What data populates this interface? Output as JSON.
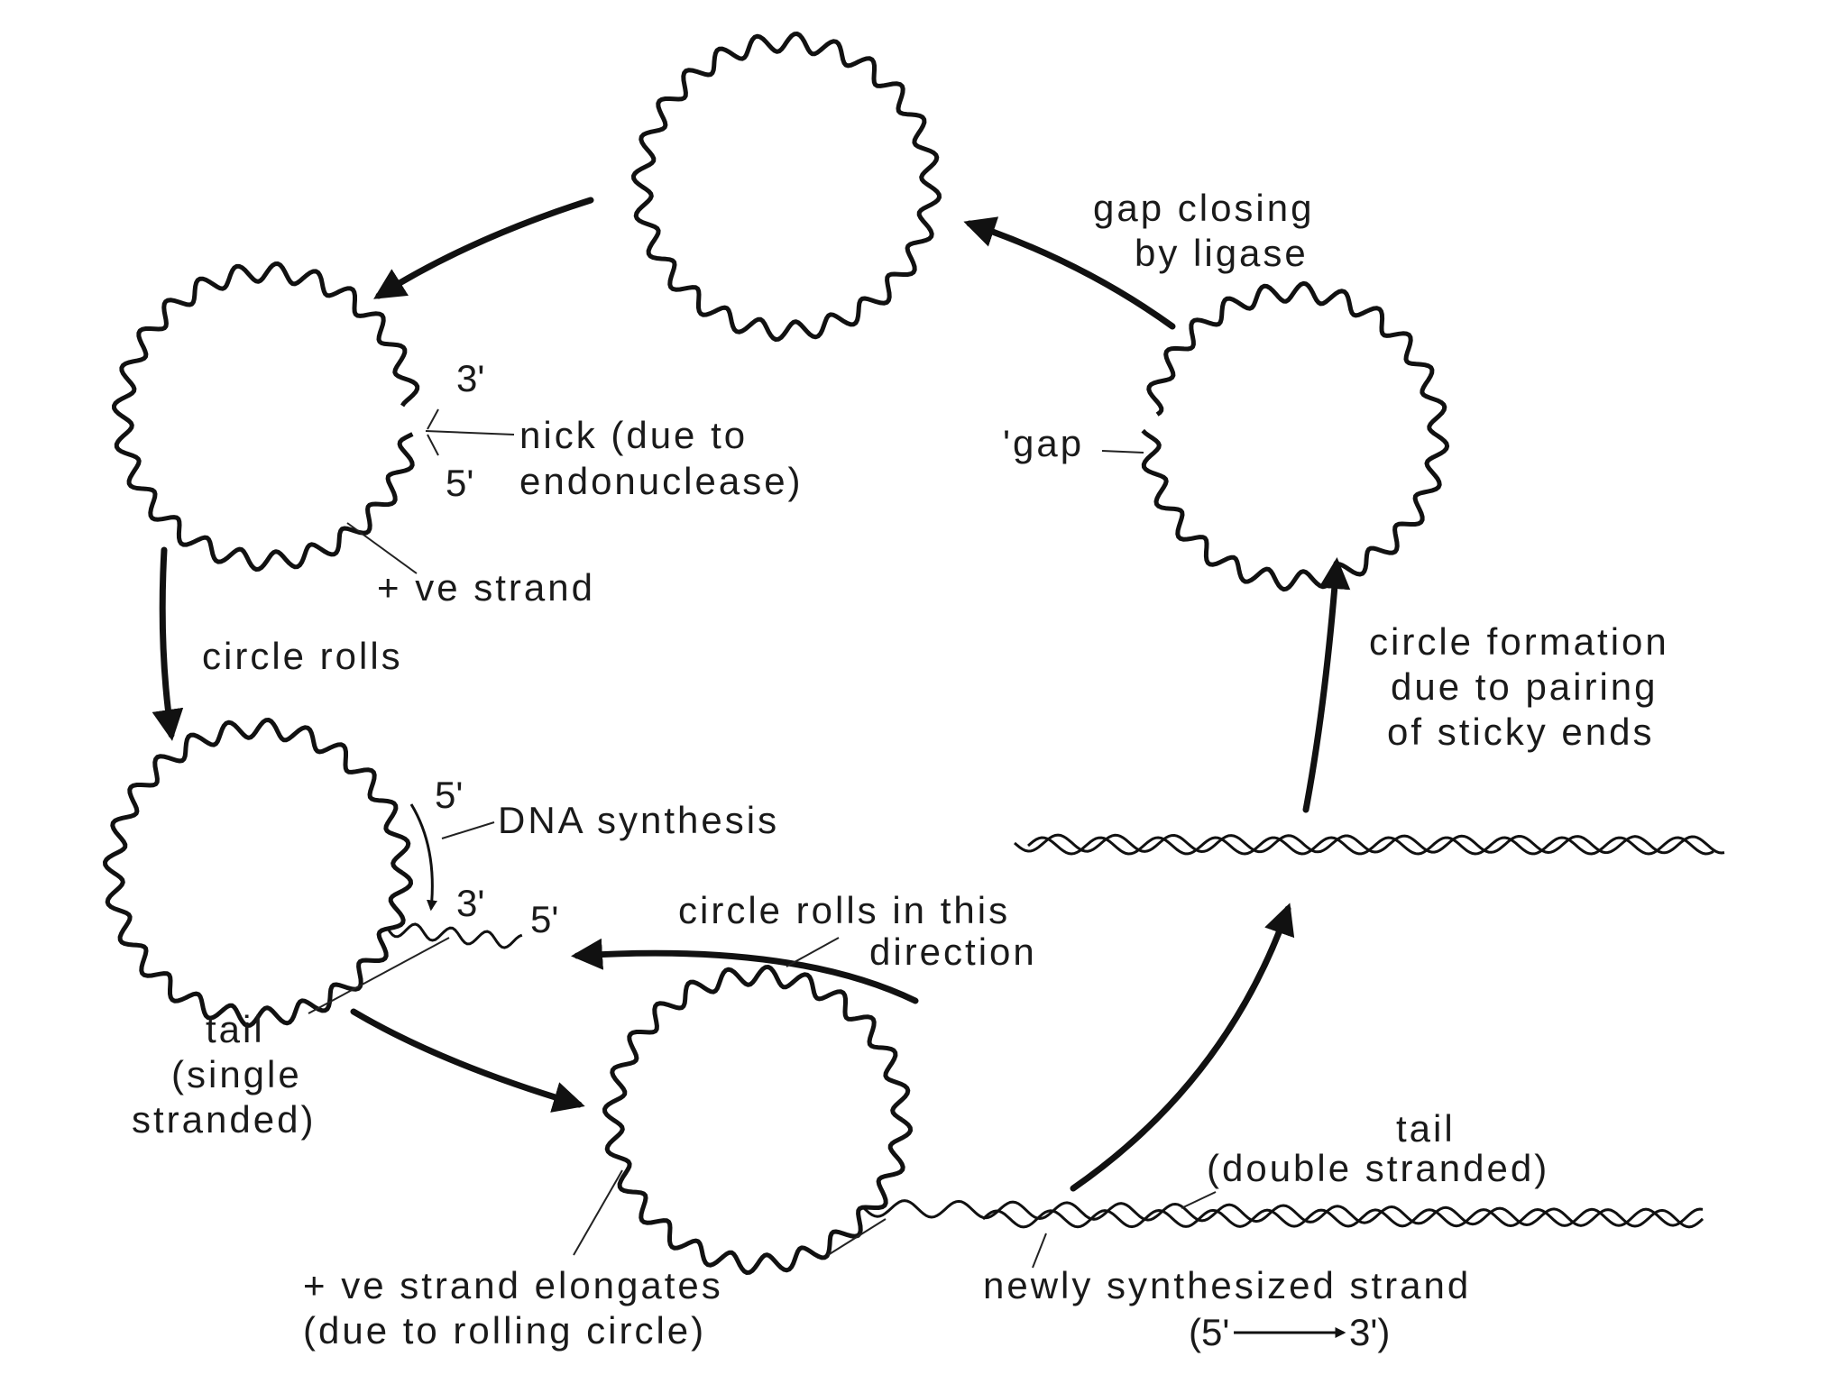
{
  "labels": {
    "gap_closing_1": "gap closing",
    "gap_closing_2": "by ligase",
    "three_prime_top": "3'",
    "nick_1": "nick (due to",
    "five_prime_top": "5'",
    "nick_2": "endonuclease)",
    "ve_strand": "+ ve strand",
    "circle_rolls": "circle rolls",
    "gap": "'gap",
    "circle_formation_1": "circle formation",
    "circle_formation_2": "due to pairing",
    "circle_formation_3": "of sticky ends",
    "five_prime_mid": "5'",
    "dna_synthesis": "DNA synthesis",
    "three_prime_mid": "3'",
    "five_prime_tail": "5'",
    "circle_rolls_dir_1": "circle rolls  in this",
    "circle_rolls_dir_2": "direction",
    "tail_1": "tail",
    "tail_2": "(single",
    "tail_3": "stranded)",
    "tail_ds_1": "tail",
    "tail_ds_2": "(double stranded)",
    "elongates_1": "+ ve strand elongates",
    "elongates_2": "(due to rolling circle)",
    "newly_1": "newly synthesized strand",
    "newly_2": "(5'",
    "newly_3": "3')"
  }
}
